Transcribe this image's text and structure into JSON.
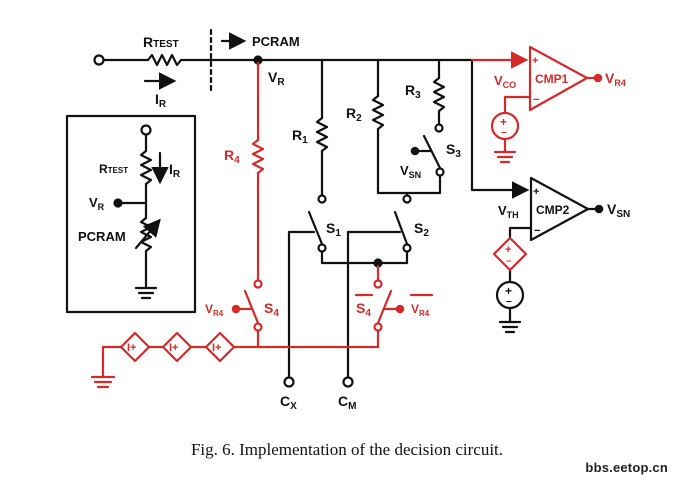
{
  "figure": {
    "caption": "Fig. 6. Implementation of the decision circuit.",
    "watermark": "bbs.eetop.cn",
    "colors": {
      "black": "#111111",
      "red": "#d42a2a"
    }
  },
  "labels": {
    "rtest_top": {
      "main": "R",
      "sub": "TEST"
    },
    "ir_top": {
      "main": "I",
      "sub": "R"
    },
    "pcram_arrow": "PCRAM",
    "vr_node": {
      "main": "V",
      "sub": "R"
    },
    "r1": {
      "main": "R",
      "sub": "1"
    },
    "r2": {
      "main": "R",
      "sub": "2"
    },
    "r3": {
      "main": "R",
      "sub": "3"
    },
    "r4": {
      "main": "R",
      "sub": "4"
    },
    "s1": {
      "main": "S",
      "sub": "1"
    },
    "s2": {
      "main": "S",
      "sub": "2"
    },
    "s3": {
      "main": "S",
      "sub": "3"
    },
    "s4": {
      "main": "S",
      "sub": "4"
    },
    "s4_bar": {
      "main": "S",
      "sub": "4"
    },
    "vsn_s3": {
      "main": "V",
      "sub": "SN"
    },
    "vr4_s4": {
      "main": "V",
      "sub": "R4"
    },
    "vr4_bar": {
      "main": "V",
      "sub": "R4"
    },
    "vco": {
      "main": "V",
      "sub": "CO"
    },
    "vth": {
      "main": "V",
      "sub": "TH"
    },
    "cmp1": "CMP1",
    "cmp2": "CMP2",
    "cmp1_out": {
      "main": "V",
      "sub": "R4"
    },
    "cmp2_out": {
      "main": "V",
      "sub": "SN"
    },
    "cx": {
      "main": "C",
      "sub": "X"
    },
    "cm": {
      "main": "C",
      "sub": "M"
    },
    "plus": "+",
    "minus": "−",
    "current_source": "I+",
    "inset": {
      "rtest": {
        "main": "R",
        "sub": "TEST"
      },
      "ir": {
        "main": "I",
        "sub": "R"
      },
      "vr": {
        "main": "V",
        "sub": "R"
      },
      "pcram": "PCRAM"
    }
  }
}
